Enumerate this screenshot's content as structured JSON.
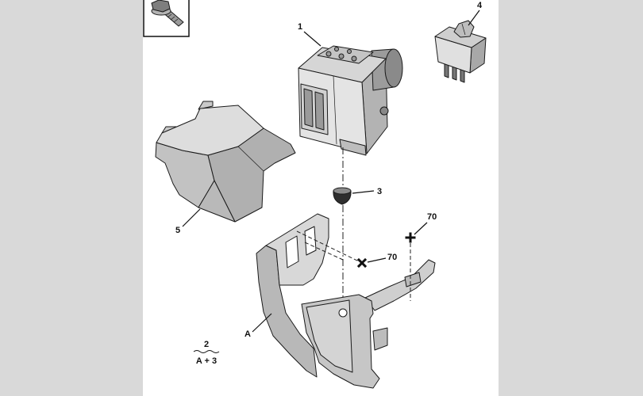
{
  "figure": {
    "labels": {
      "item_1": "1",
      "item_3": "3",
      "item_4": "4",
      "item_5": "5",
      "item_A": "A",
      "torque_upper": "70",
      "torque_lower": "70"
    },
    "quantity_note": {
      "quantity": "2",
      "items": "A + 3"
    }
  },
  "icons": {
    "inset": "bolt-icon",
    "torque_upper_mark": "plus-icon",
    "torque_lower_mark": "cross-icon"
  },
  "colors": {
    "side_panel": "#d9d9d9",
    "canvas": "#ffffff",
    "outline": "#1a1a1a"
  }
}
